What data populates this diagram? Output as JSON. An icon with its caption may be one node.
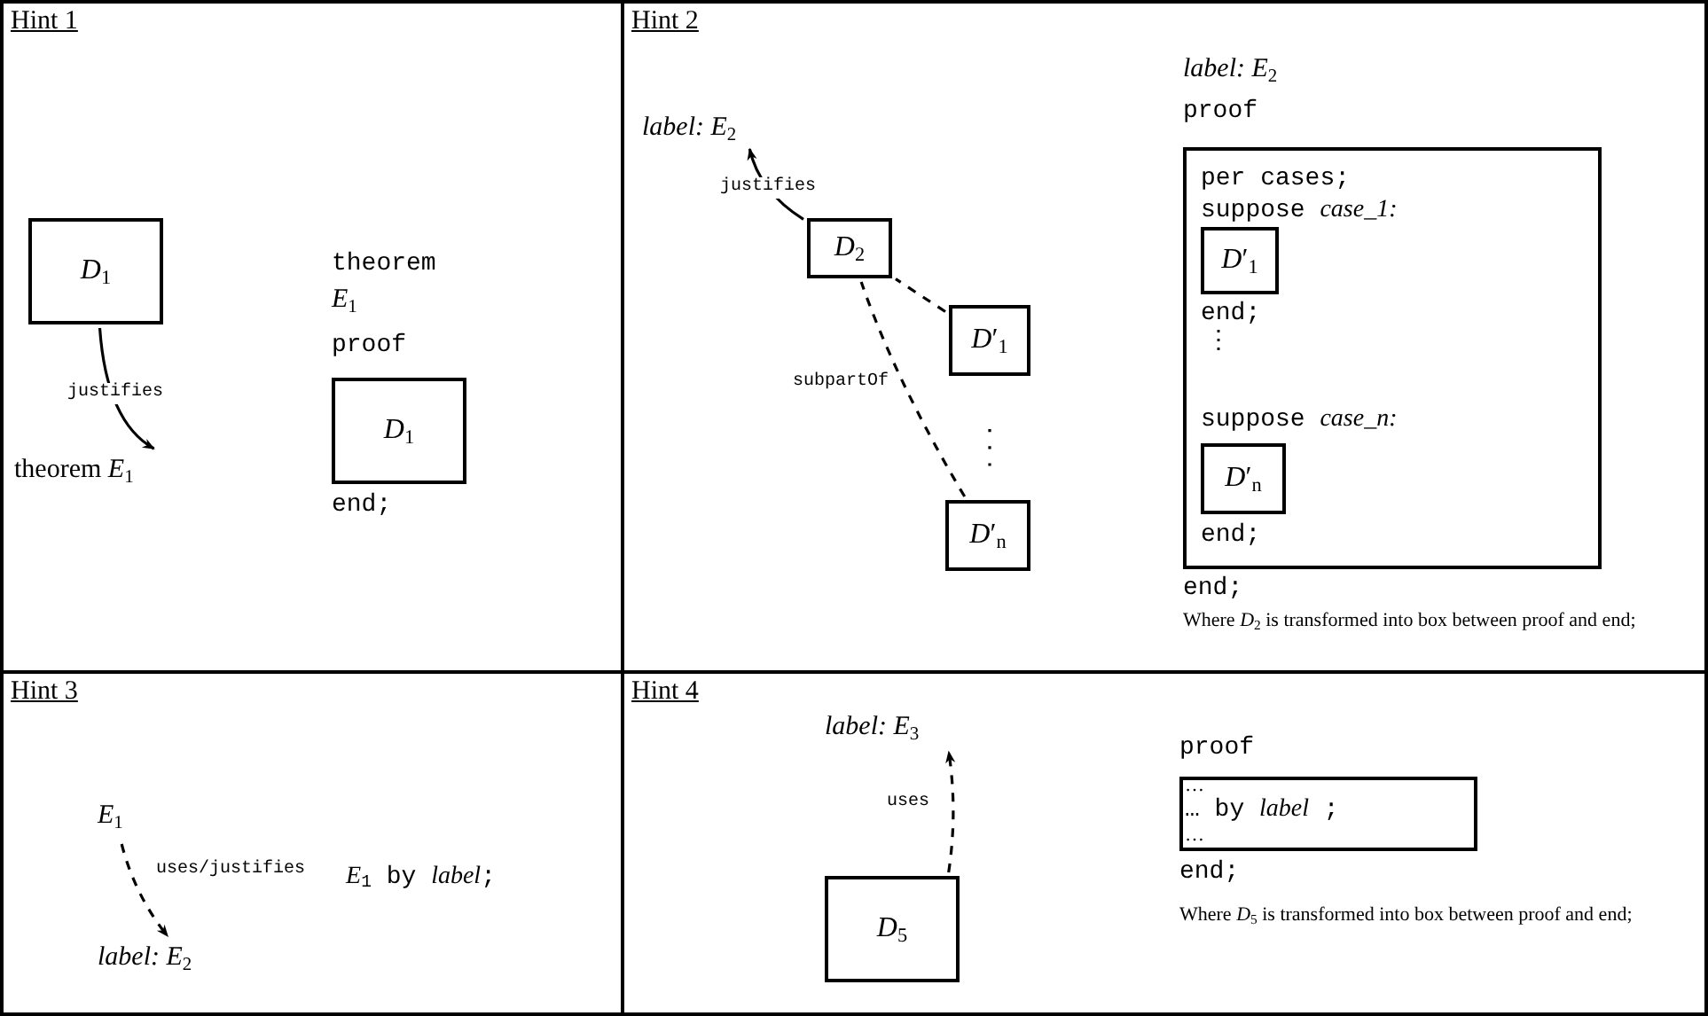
{
  "diagram": {
    "nodes": [
      {
        "text": [
          "Hint 1"
        ]
      },
      {
        "text": [
          "*D*$_{1}$"
        ],
        "in": 0
      },
      {
        "text": [
          "theorem *E*$_{1}$"
        ],
        "in": 0
      },
      {
        "text": [
          "*D*$_{1}$"
        ],
        "in": 0
      },
      {
        "text": [
          "Hint 2"
        ]
      },
      {
        "text": [
          "*label: E*$_{2}$"
        ],
        "in": 4
      },
      {
        "text": [
          "*D*$_{2}$"
        ],
        "in": 4
      },
      {
        "text": [
          "*D*′$_{1}$"
        ],
        "in": 4
      },
      {
        "text": [
          "*D*′$_{n}$"
        ],
        "in": 4
      },
      {
        "text": [
          "per cases;",
          "suppose *case_1:*",
          "end;",
          "⋮",
          "suppose *case_n:*",
          "end;"
        ],
        "in": 4
      },
      {
        "text": [
          "*D*′$_{1}$"
        ],
        "in": 9
      },
      {
        "text": [
          "*D*′$_{n}$"
        ],
        "in": 9
      },
      {
        "text": [
          "Hint 3"
        ]
      },
      {
        "text": [
          "*E*$_{1}$"
        ],
        "in": 12
      },
      {
        "text": [
          "*label: E*$_{2}$"
        ],
        "in": 12
      },
      {
        "text": [
          "Hint 4"
        ]
      },
      {
        "text": [
          "*label: E*$_{3}$"
        ],
        "in": 15
      },
      {
        "text": [
          "*D*$_{5}$"
        ],
        "in": 15
      },
      {
        "text": [
          "…",
          "… by *label* ;",
          "…"
        ],
        "in": 15
      }
    ],
    "edges": [
      {
        "from": 1,
        "to": 2,
        "arrow": "to",
        "label": "justifies"
      },
      {
        "from": 6,
        "to": 5,
        "arrow": "to",
        "label": "justifies"
      },
      {
        "from": 7,
        "to": 6,
        "arrow": "none",
        "style": "dashed"
      },
      {
        "from": 8,
        "to": 6,
        "arrow": "none",
        "style": "dashed",
        "label": "subpartOf"
      },
      {
        "from": 13,
        "to": 14,
        "arrow": "to",
        "style": "dashed",
        "label": "uses/justifies"
      },
      {
        "from": 17,
        "to": 16,
        "arrow": "to",
        "style": "dashed",
        "label": "uses"
      }
    ],
    "labels": [
      "theorem",
      "*E*$_{1}$",
      "proof",
      "end;",
      "*label: E*$_{2}$",
      "proof",
      "end;",
      "Where *D*$_{2}$ is transformed into box between proof and end;",
      "*E*$_{1}$ by *label*;",
      "proof",
      "end;",
      "Where *D*$_{5}$ is transformed into box between proof and end;"
    ]
  }
}
